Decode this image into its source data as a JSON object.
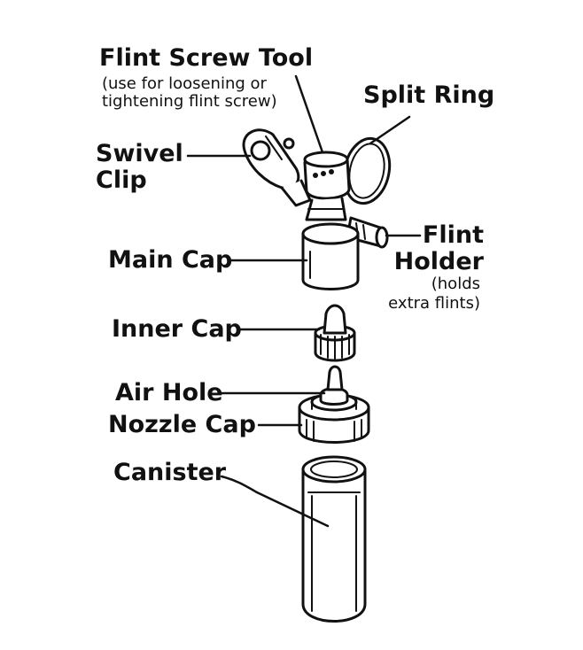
{
  "labels": {
    "flint_screw_tool": "Flint Screw Tool",
    "flint_screw_tool_note_1": "(use for loosening or",
    "flint_screw_tool_note_2": "tightening flint screw)",
    "split_ring": "Split Ring",
    "swivel_clip_1": "Swivel",
    "swivel_clip_2": "Clip",
    "flint_holder_1": "Flint",
    "flint_holder_2": "Holder",
    "flint_holder_note_1": "(holds",
    "flint_holder_note_2": "extra flints)",
    "main_cap": "Main Cap",
    "inner_cap": "Inner Cap",
    "air_hole": "Air Hole",
    "nozzle_cap": "Nozzle Cap",
    "canister": "Canister"
  },
  "colors": {
    "ink": "#111111",
    "background": "#ffffff"
  }
}
